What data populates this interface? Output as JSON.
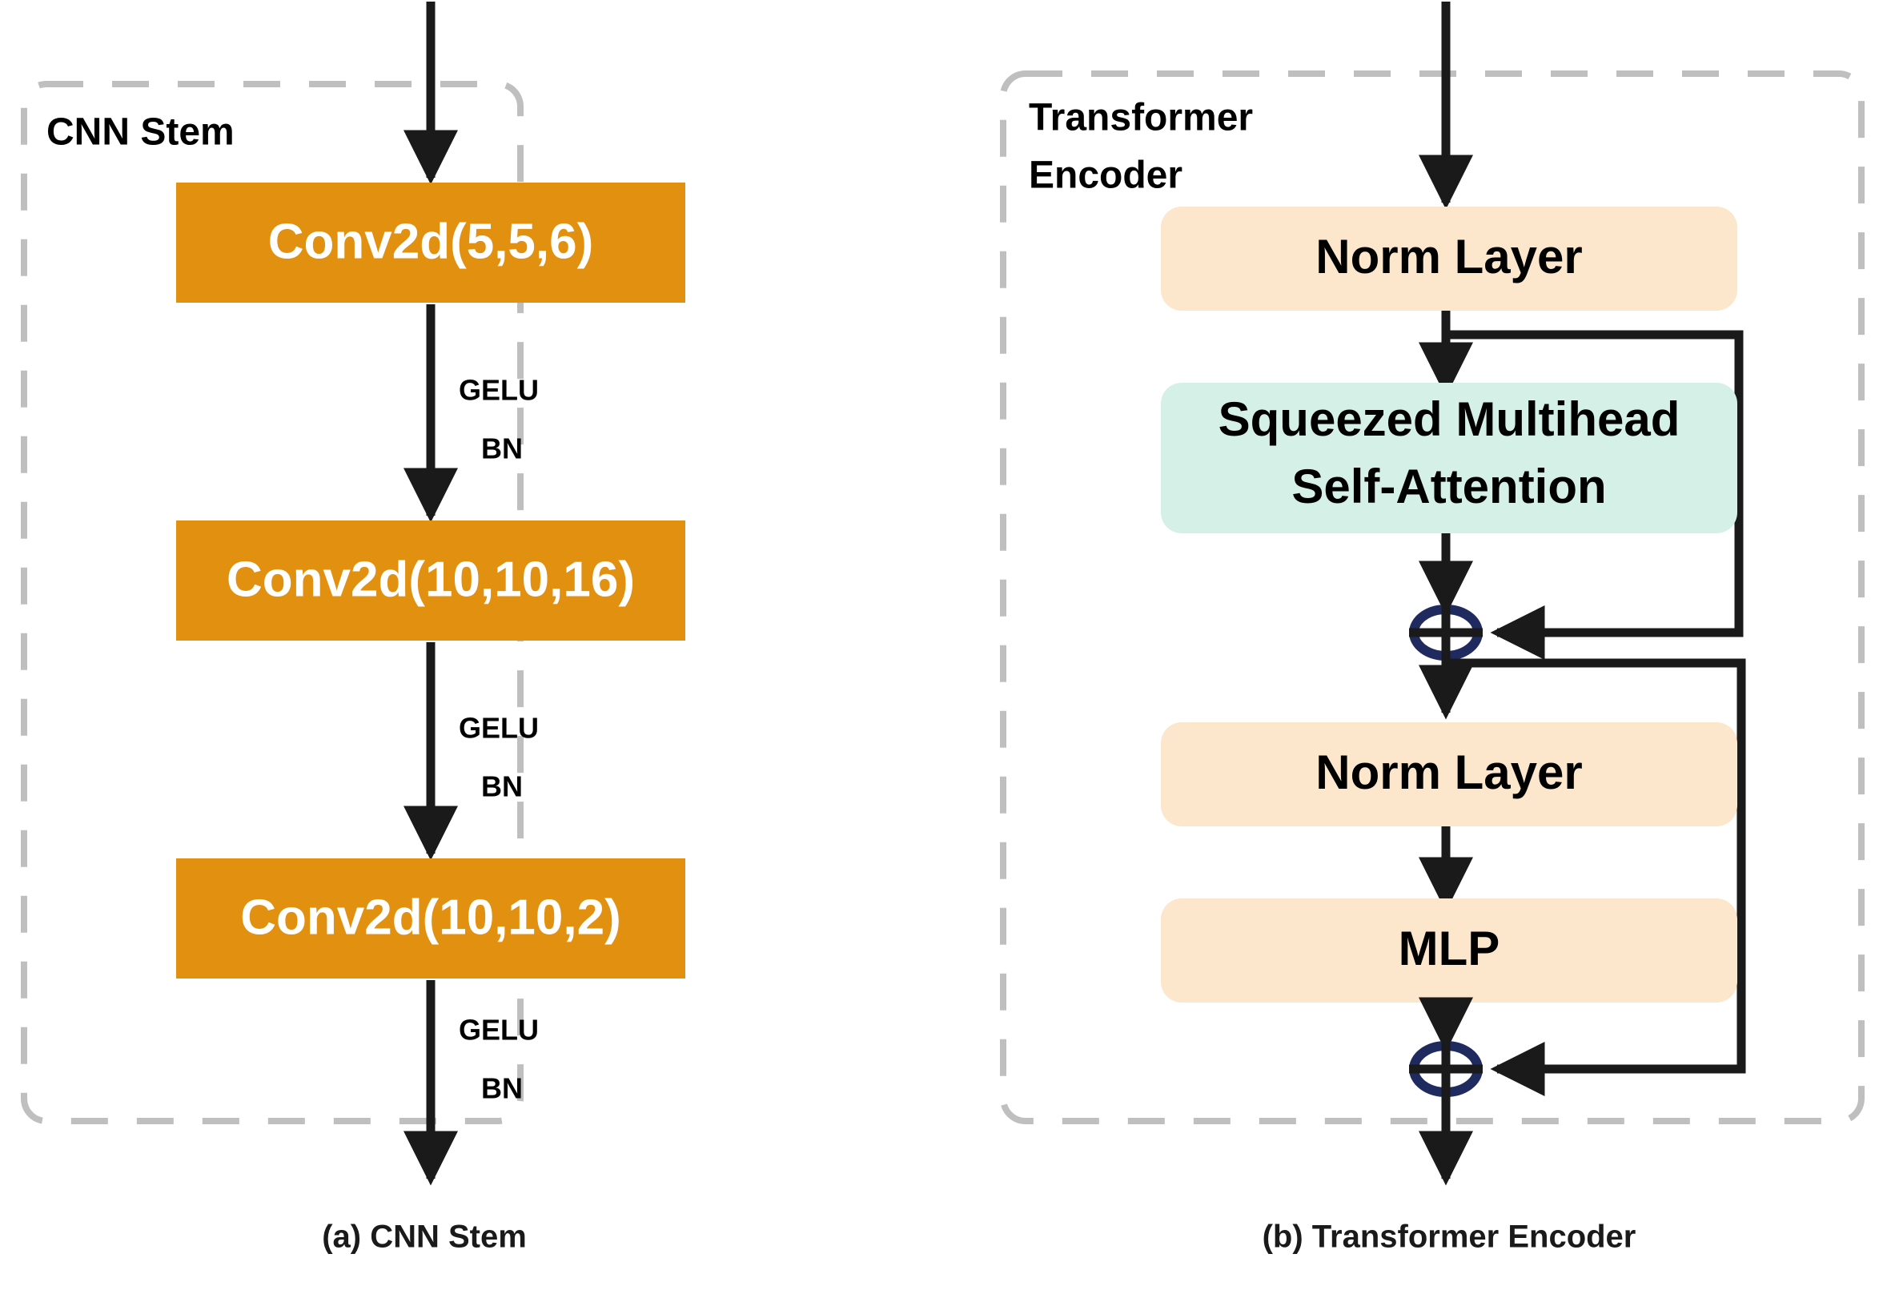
{
  "figure": {
    "background": "#ffffff",
    "panels": [
      {
        "id": "cnn-stem",
        "title": "CNN Stem",
        "caption": "(a) CNN Stem",
        "border_color": "#bfbfbf",
        "block_color": "#E2900F",
        "block_text_color": "#ffffff",
        "blocks": [
          {
            "label": "Conv2d(5,5,6)"
          },
          {
            "label": "Conv2d(10,10,16)"
          },
          {
            "label": "Conv2d(10,10,2)"
          }
        ],
        "edge_labels": [
          {
            "line1": "GELU",
            "line2": "BN"
          },
          {
            "line1": "GELU",
            "line2": "BN"
          },
          {
            "line1": "GELU",
            "line2": "BN"
          }
        ]
      },
      {
        "id": "transformer-encoder",
        "title_line1": "Transformer",
        "title_line2": "Encoder",
        "caption": "(b) Transformer Encoder",
        "border_color": "#bfbfbf",
        "norm_color": "#FCE6CC",
        "attention_color": "#D4F0E7",
        "node_ring_color": "#1F2A5E",
        "blocks": [
          {
            "label": "Norm Layer",
            "kind": "norm"
          },
          {
            "label_line1": "Squeezed Multihead",
            "label_line2": "Self-Attention",
            "kind": "attention"
          },
          {
            "label": "Norm Layer",
            "kind": "norm"
          },
          {
            "label": "MLP",
            "kind": "norm"
          }
        ],
        "residual_nodes": [
          {
            "symbol": "plus"
          },
          {
            "symbol": "plus"
          }
        ]
      }
    ]
  }
}
